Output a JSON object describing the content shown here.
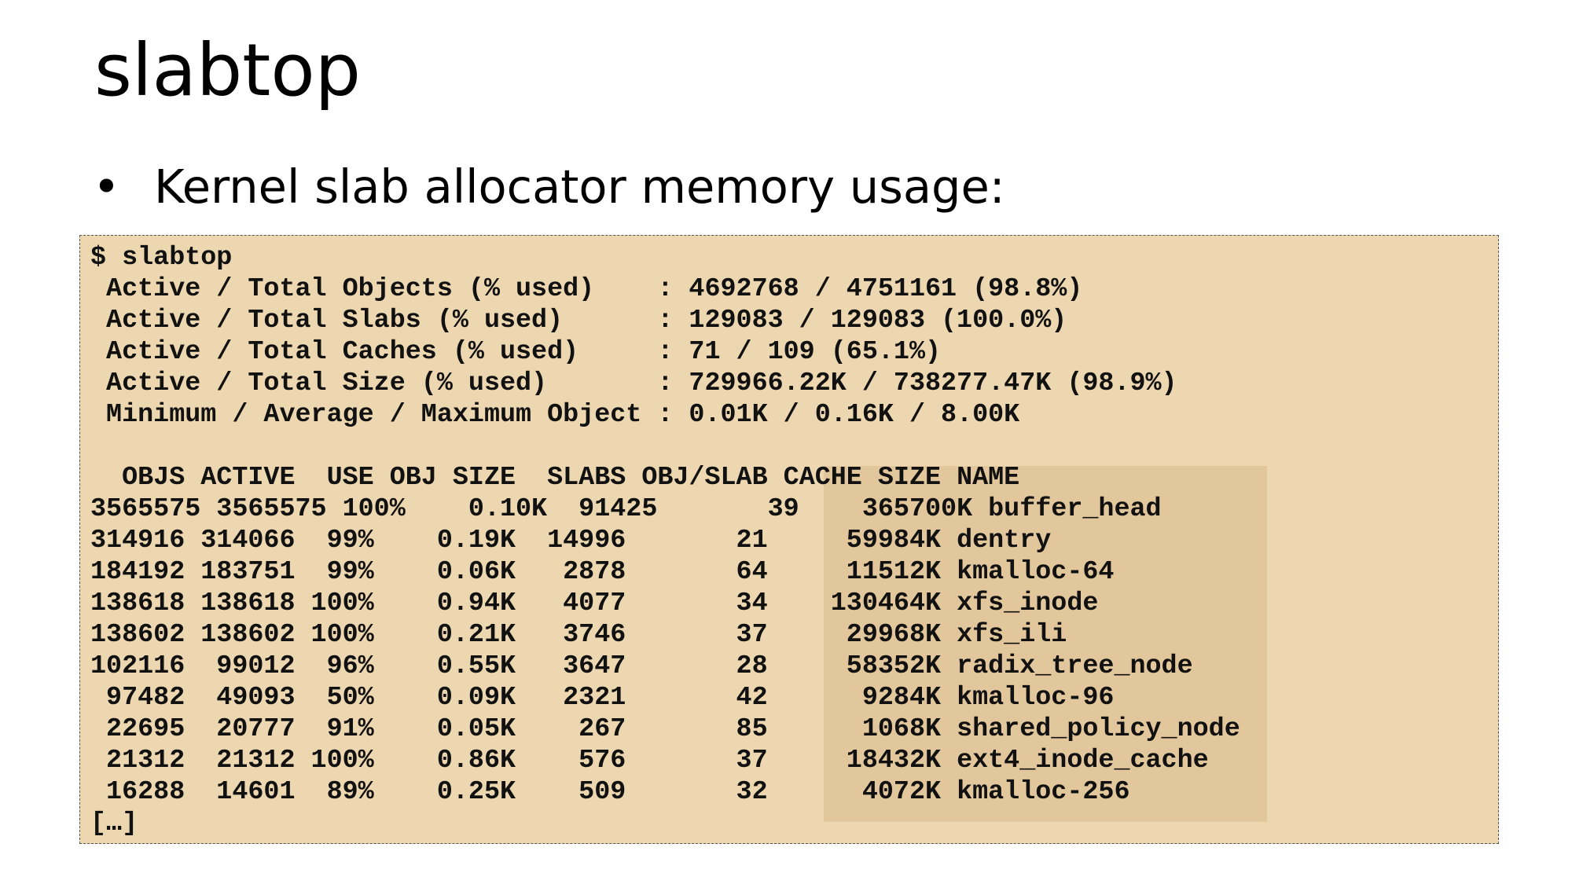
{
  "slide": {
    "title": "slabtop",
    "bullet": "Kernel slab allocator memory usage:",
    "bullet_marker": "•"
  },
  "terminal": {
    "command": "$ slabtop",
    "summary": [
      {
        "label": " Active / Total Objects (% used)",
        "value": ": 4692768 / 4751161 (98.8%)"
      },
      {
        "label": " Active / Total Slabs (% used)",
        "value": ": 129083 / 129083 (100.0%)"
      },
      {
        "label": " Active / Total Caches (% used)",
        "value": ": 71 / 109 (65.1%)"
      },
      {
        "label": " Active / Total Size (% used)",
        "value": ": 729966.22K / 738277.47K (98.9%)"
      },
      {
        "label": " Minimum / Average / Maximum Object",
        "value": ": 0.01K / 0.16K / 8.00K"
      }
    ],
    "table": {
      "columns": [
        "OBJS",
        "ACTIVE",
        "USE",
        "OBJ SIZE",
        "SLABS",
        "OBJ/SLAB",
        "CACHE SIZE",
        "NAME"
      ],
      "header_line": "  OBJS ACTIVE  USE OBJ SIZE  SLABS OBJ/SLAB CACHE SIZE NAME",
      "rows": [
        "3565575 3565575 100%    0.10K  91425       39    365700K buffer_head",
        "314916 314066  99%    0.19K  14996       21     59984K dentry",
        "184192 183751  99%    0.06K   2878       64     11512K kmalloc-64",
        "138618 138618 100%    0.94K   4077       34    130464K xfs_inode",
        "138602 138602 100%    0.21K   3746       37     29968K xfs_ili",
        "102116  99012  96%    0.55K   3647       28     58352K radix_tree_node",
        " 97482  49093  50%    0.09K   2321       42      9284K kmalloc-96",
        " 22695  20777  91%    0.05K    267       85      1068K shared_policy_node",
        " 21312  21312 100%    0.86K    576       37     18432K ext4_inode_cache",
        " 16288  14601  89%    0.25K    509       32      4072K kmalloc-256"
      ]
    },
    "ellipsis": "[…]"
  },
  "colors": {
    "terminal_bg": "#ecd7b0",
    "highlight_bg": "#e3c79c"
  }
}
